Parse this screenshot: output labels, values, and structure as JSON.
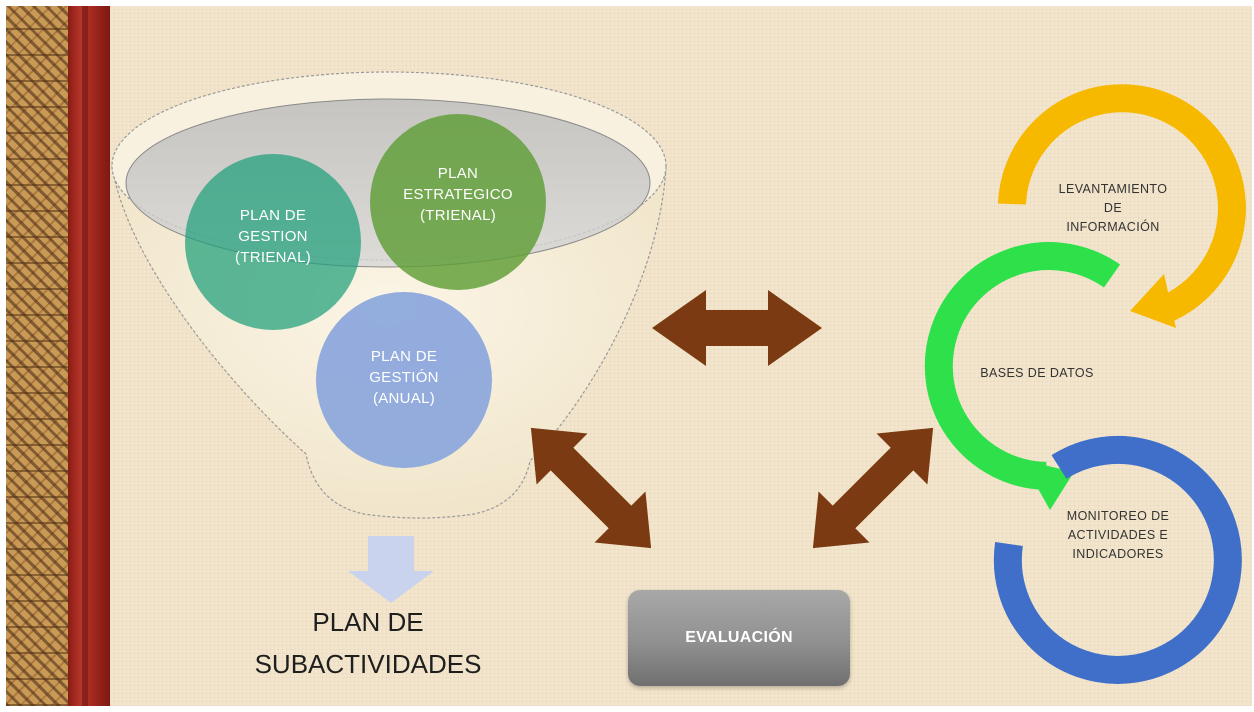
{
  "diagram": {
    "funnel": {
      "circles": [
        {
          "id": "plan-gestion-trienal",
          "label": "PLAN DE\nGESTION\n(TRIENAL)",
          "color": "#1fa07a"
        },
        {
          "id": "plan-estrategico",
          "label": "PLAN\nESTRATEGICO\n(TRIENAL)",
          "color": "#5f9e36"
        },
        {
          "id": "plan-gestion-anual",
          "label": "PLAN DE\nGESTIÓN\n(ANUAL)",
          "color": "#8aa6dc"
        }
      ],
      "output_label": "PLAN DE\nSUBACTIVIDADES"
    },
    "evaluation_label": "EVALUACIÓN",
    "cycle": [
      {
        "id": "levantamiento",
        "label": "LEVANTAMIENTO\nDE\nINFORMACIÓN",
        "color": "#f7b800"
      },
      {
        "id": "bases-datos",
        "label": "BASES DE DATOS",
        "color": "#2ee04a"
      },
      {
        "id": "monitoreo",
        "label": "MONITOREO DE\nACTIVIDADES E\nINDICADORES",
        "color": "#3f6fc9"
      }
    ],
    "arrow_color": "#7b3a12"
  }
}
